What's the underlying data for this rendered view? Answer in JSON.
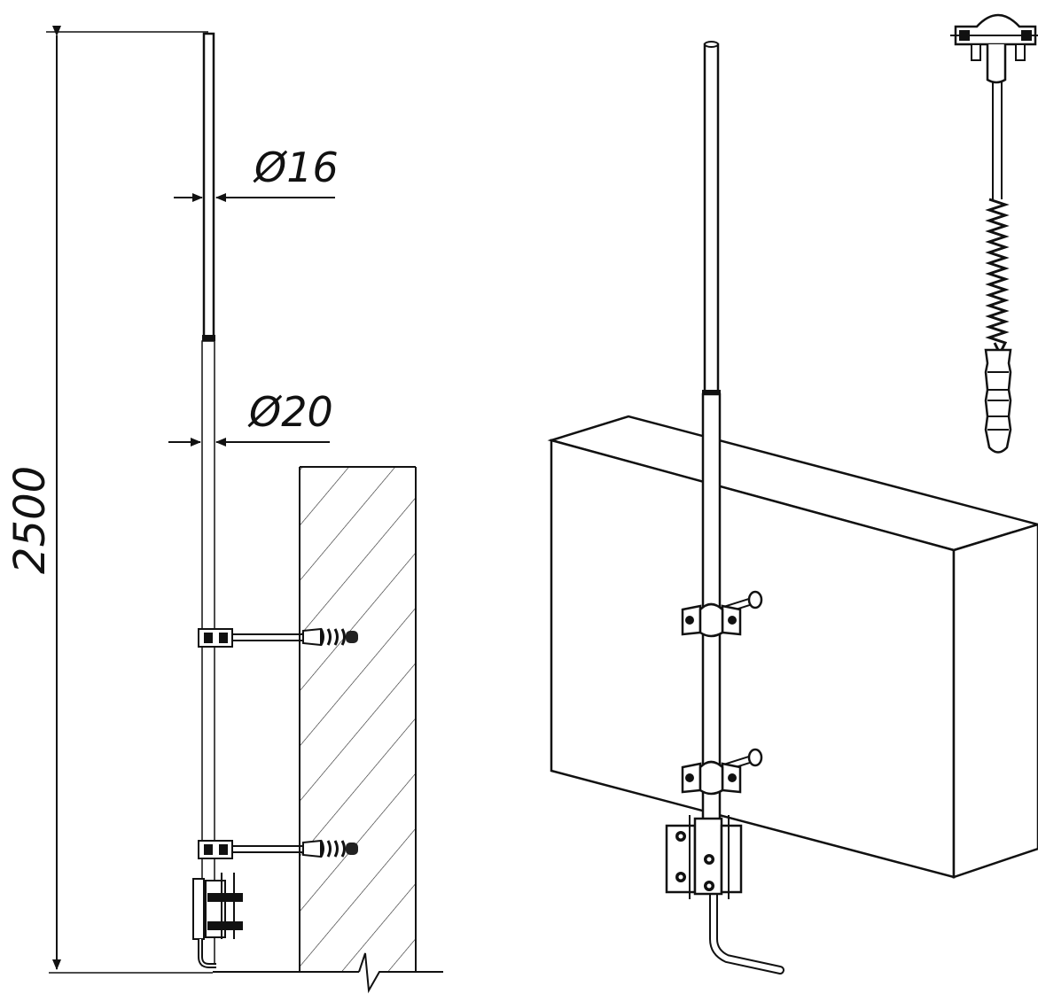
{
  "dimensions": {
    "total_height": "2500",
    "upper_diameter": "Ø16",
    "lower_diameter": "Ø20"
  }
}
